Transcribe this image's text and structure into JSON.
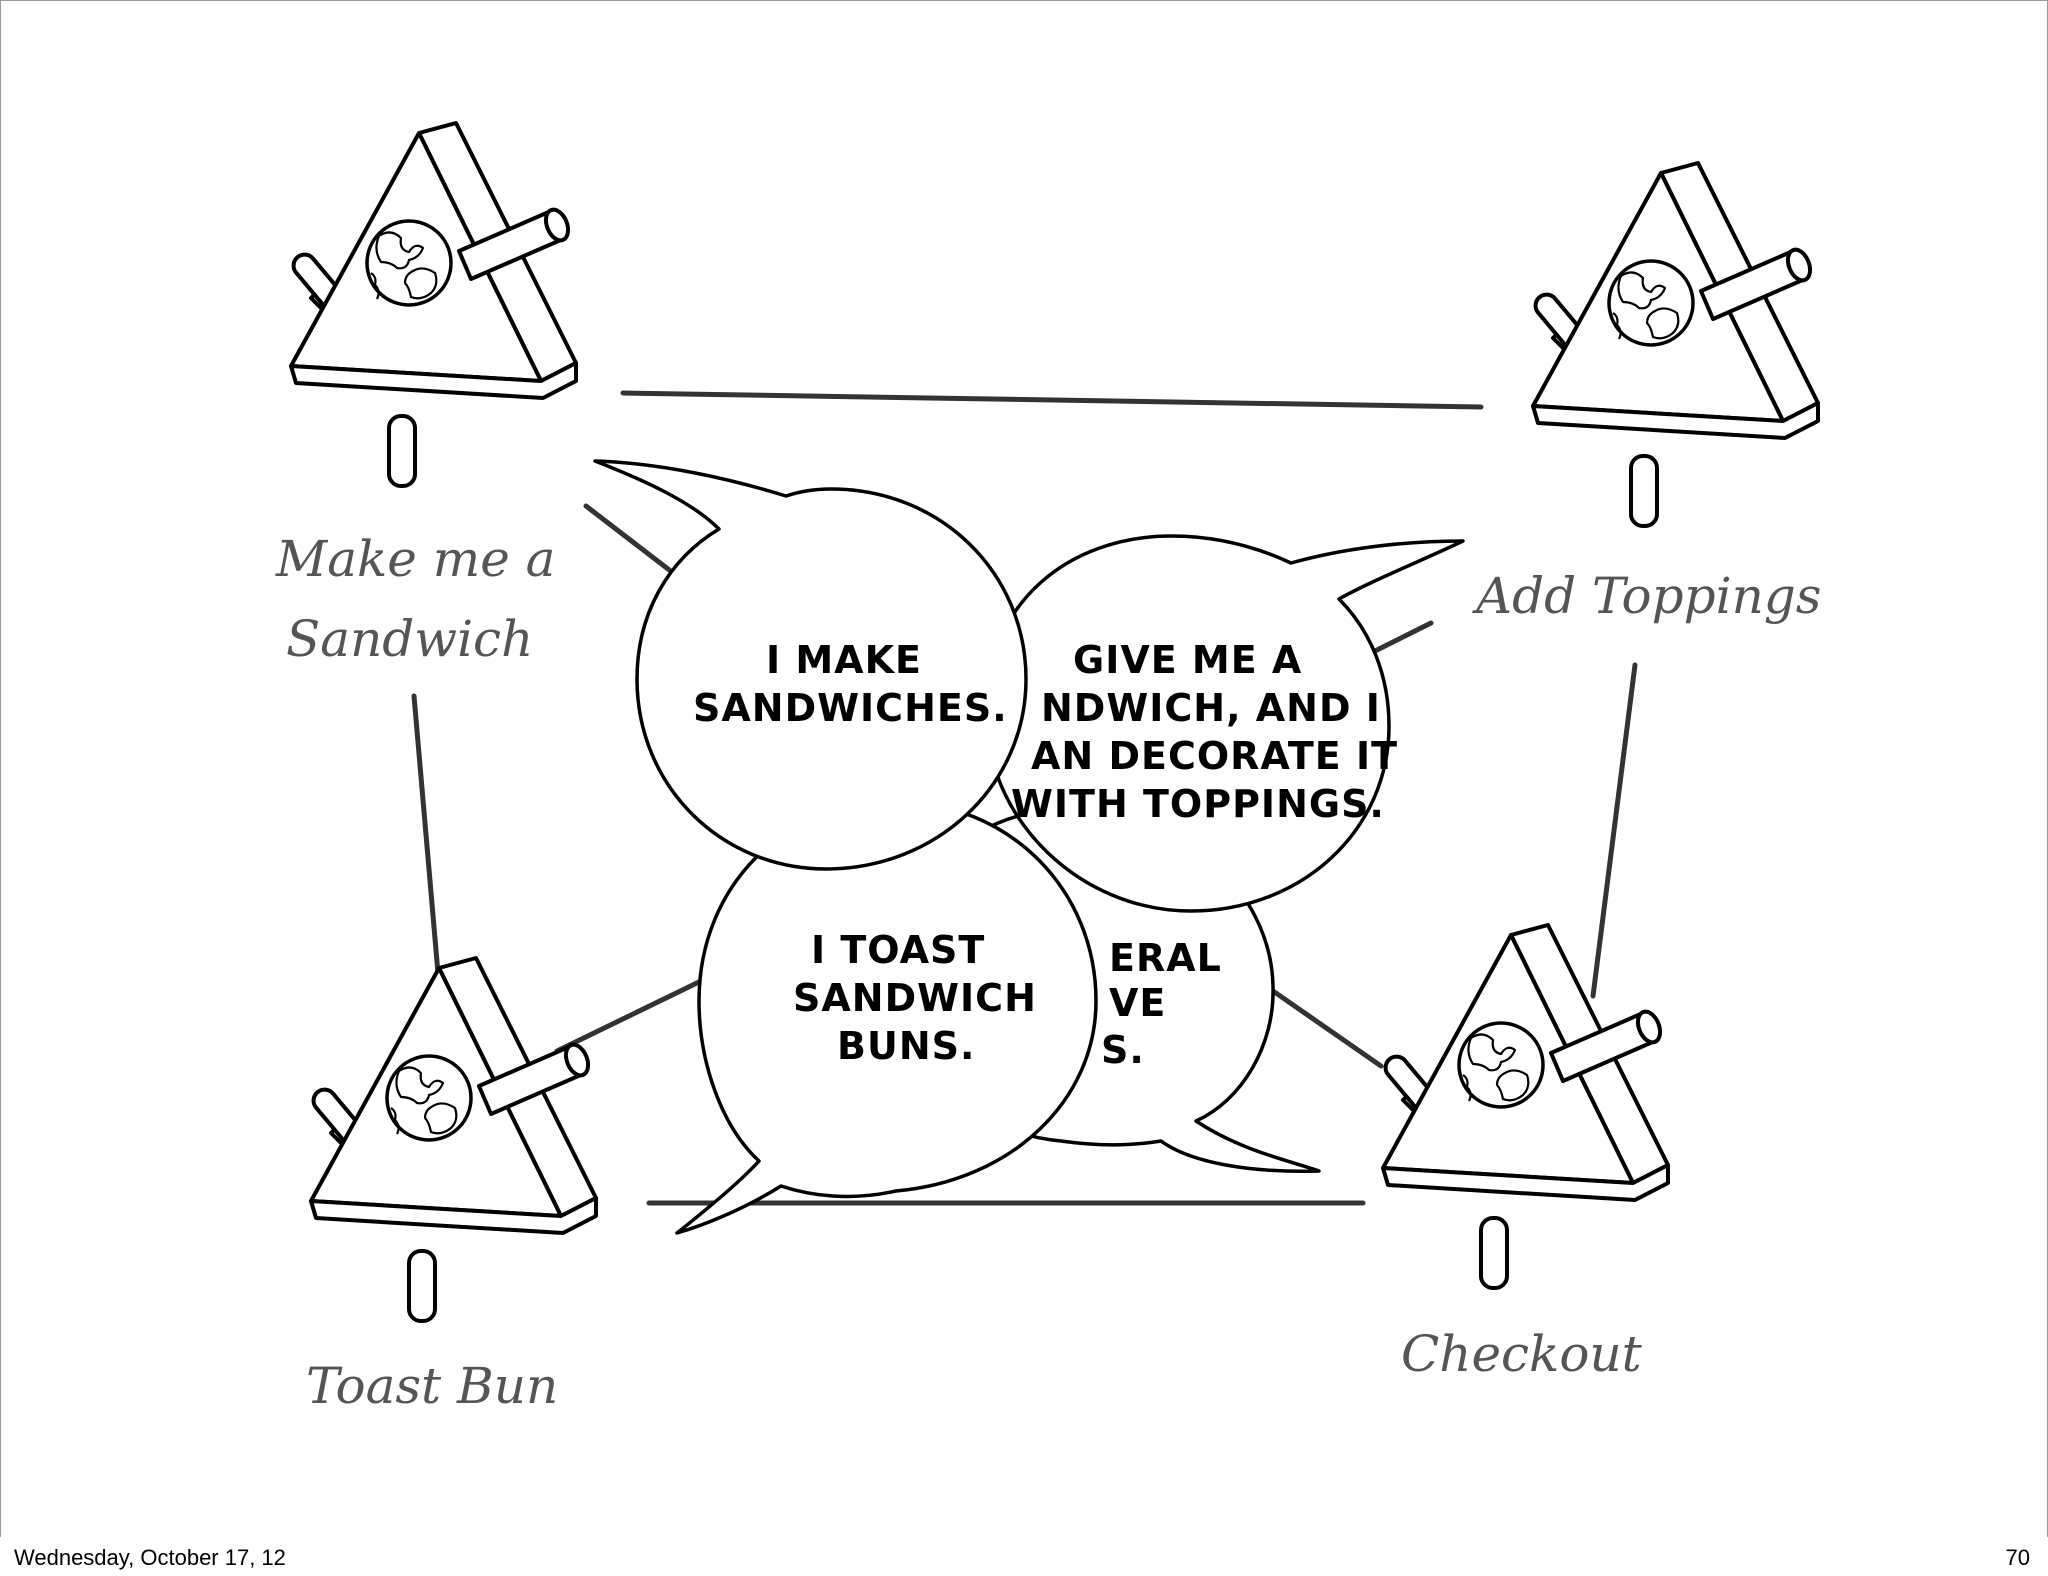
{
  "nodes": [
    {
      "id": "make",
      "label_lines": [
        "Make me a",
        "Sandwich"
      ]
    },
    {
      "id": "toppings",
      "label_lines": [
        "Add Toppings"
      ]
    },
    {
      "id": "toast",
      "label_lines": [
        "Toast Bun"
      ]
    },
    {
      "id": "checkout",
      "label_lines": [
        "Checkout"
      ]
    }
  ],
  "bubbles": {
    "make": [
      "I MAKE",
      "SANDWICHES."
    ],
    "toppings": [
      "GIVE ME A",
      "NDWICH, AND I",
      "AN DECORATE IT",
      "WITH TOPPINGS."
    ],
    "checkout_partial": [
      "ERAL",
      "VE",
      "S."
    ],
    "toast": [
      "I TOAST",
      "SANDWICH",
      "BUNS."
    ]
  },
  "footer": {
    "date": "Wednesday, October 17, 12",
    "page": "70"
  }
}
